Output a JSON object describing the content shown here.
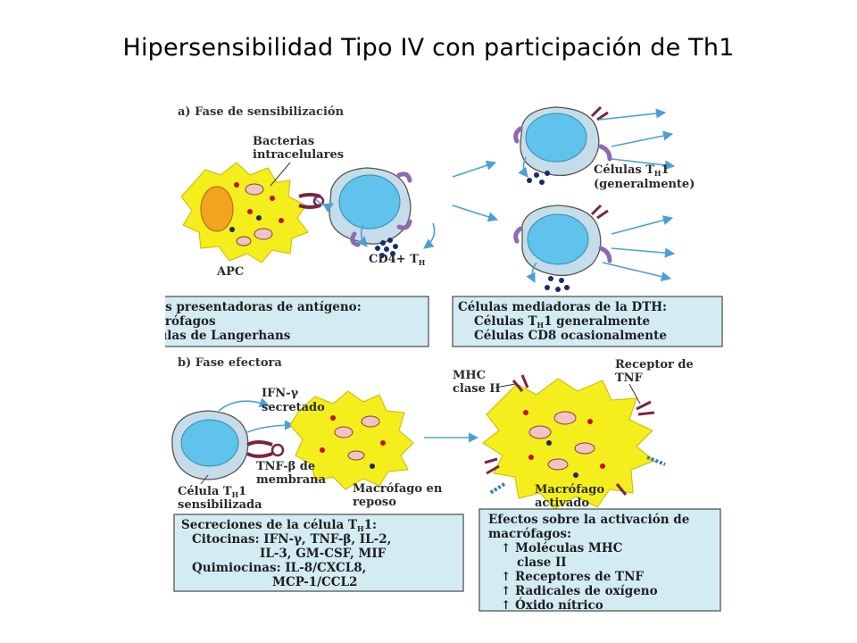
{
  "title": "Hipersensibilidad Tipo IV con participación de Th1",
  "panel_a": {
    "header": "a) Fase de sensibilización",
    "label_bacteria_1": "Bacterias",
    "label_bacteria_2": "intracelulares",
    "label_apc": "APC",
    "label_cd4_pre": "CD4+ T",
    "label_cd4_sub": "H",
    "label_th1_pre": "Células T",
    "label_th1_sub": "H",
    "label_th1_post": "1",
    "label_th1_2": "(generalmente)",
    "box_left": {
      "line1": "Células presentadoras de antígeno:",
      "line2": "Macrófagos",
      "line3": "Células de Langerhans"
    },
    "box_right": {
      "line1": "Células mediadoras de la DTH:",
      "line2_pre": "Células T",
      "line2_sub": "H",
      "line2_post": "1 generalmente",
      "line3": "Células CD8 ocasionalmente"
    }
  },
  "panel_b": {
    "header": "b) Fase efectora",
    "label_ifn_1": "IFN-γ",
    "label_ifn_2": "secretado",
    "label_tnf_1": "TNF-β de",
    "label_tnf_2": "membrana",
    "label_tcell_pre": "Célula T",
    "label_tcell_sub": "H",
    "label_tcell_post": "1",
    "label_tcell_2": "sensibilizada",
    "label_rest_1": "Macrófago en",
    "label_rest_2": "reposo",
    "label_mhc_1": "MHC",
    "label_mhc_2": "clase II",
    "label_tnfr_1": "Receptor de",
    "label_tnfr_2": "TNF",
    "label_act_1": "Macrófago",
    "label_act_2": "activado",
    "box_left": {
      "line1_pre": "Secreciones de la célula T",
      "line1_sub": "H",
      "line1_post": "1:",
      "line2": "Citocinas: IFN-γ, TNF-β, IL-2,",
      "line3": "IL-3, GM-CSF, MIF",
      "line4": "Quimiocinas: IL-8/CXCL8,",
      "line5": "MCP-1/CCL2"
    },
    "box_right": {
      "line1": "Efectos sobre la activación de",
      "line2": "macrófagos:",
      "line3": "↑ Moléculas MHC",
      "line4": "clase II",
      "line5": "↑ Receptores de TNF",
      "line6": "↑ Radicales de oxígeno",
      "line7": "↑ Óxido nítrico"
    }
  },
  "colors": {
    "macrophage": "#f4ee1c",
    "tcell_ring": "#c4dde8",
    "tcell_nucleus": "#5fc3ec",
    "apc_nucleus": "#f2a320",
    "box_fill": "#d3ecf4",
    "arrow": "#4aa0d6",
    "receptor": "#7a2540"
  }
}
